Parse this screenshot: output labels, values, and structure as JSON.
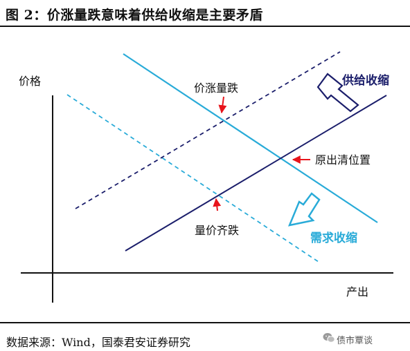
{
  "title": "图 2：价涨量跌意味着供给收缩是主要矛盾",
  "axes": {
    "y_label": "价格",
    "x_label": "产出"
  },
  "annotations": {
    "price_up_volume_down": "价涨量跌",
    "original_equilibrium": "原出清位置",
    "volume_price_both_down": "量价齐跌",
    "supply_contraction": "供给收缩",
    "demand_contraction": "需求收缩"
  },
  "source": "数据来源：Wind，国泰君安证券研究",
  "brand": "债市覃谈",
  "colors": {
    "light_blue": "#29ABD8",
    "navy": "#1B1E6B",
    "red": "#E8141B",
    "text": "#111111"
  }
}
